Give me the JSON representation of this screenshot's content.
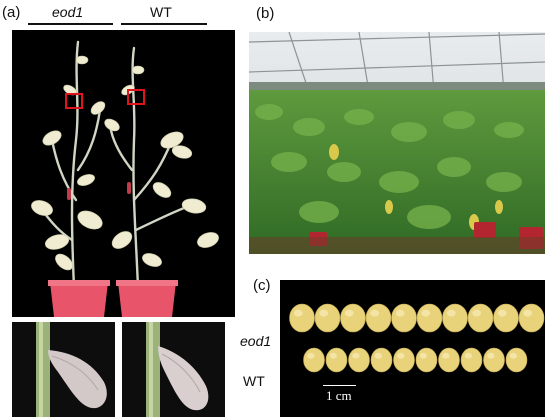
{
  "figure": {
    "panel_a": {
      "label": "(a)",
      "genotypes": [
        "eod1",
        "WT"
      ]
    },
    "panel_b": {
      "label": "(b)"
    },
    "panel_c": {
      "label": "(c)",
      "row_labels": [
        "eod1",
        "WT"
      ],
      "scale_bar_label": "1 cm"
    }
  },
  "colors": {
    "background_dark": "#000000",
    "pot_pink": "#e8546a",
    "highlight_box": "#e0141e",
    "seed_yellow": "#e8d27a",
    "leaf_green": "#3d8a2e"
  }
}
